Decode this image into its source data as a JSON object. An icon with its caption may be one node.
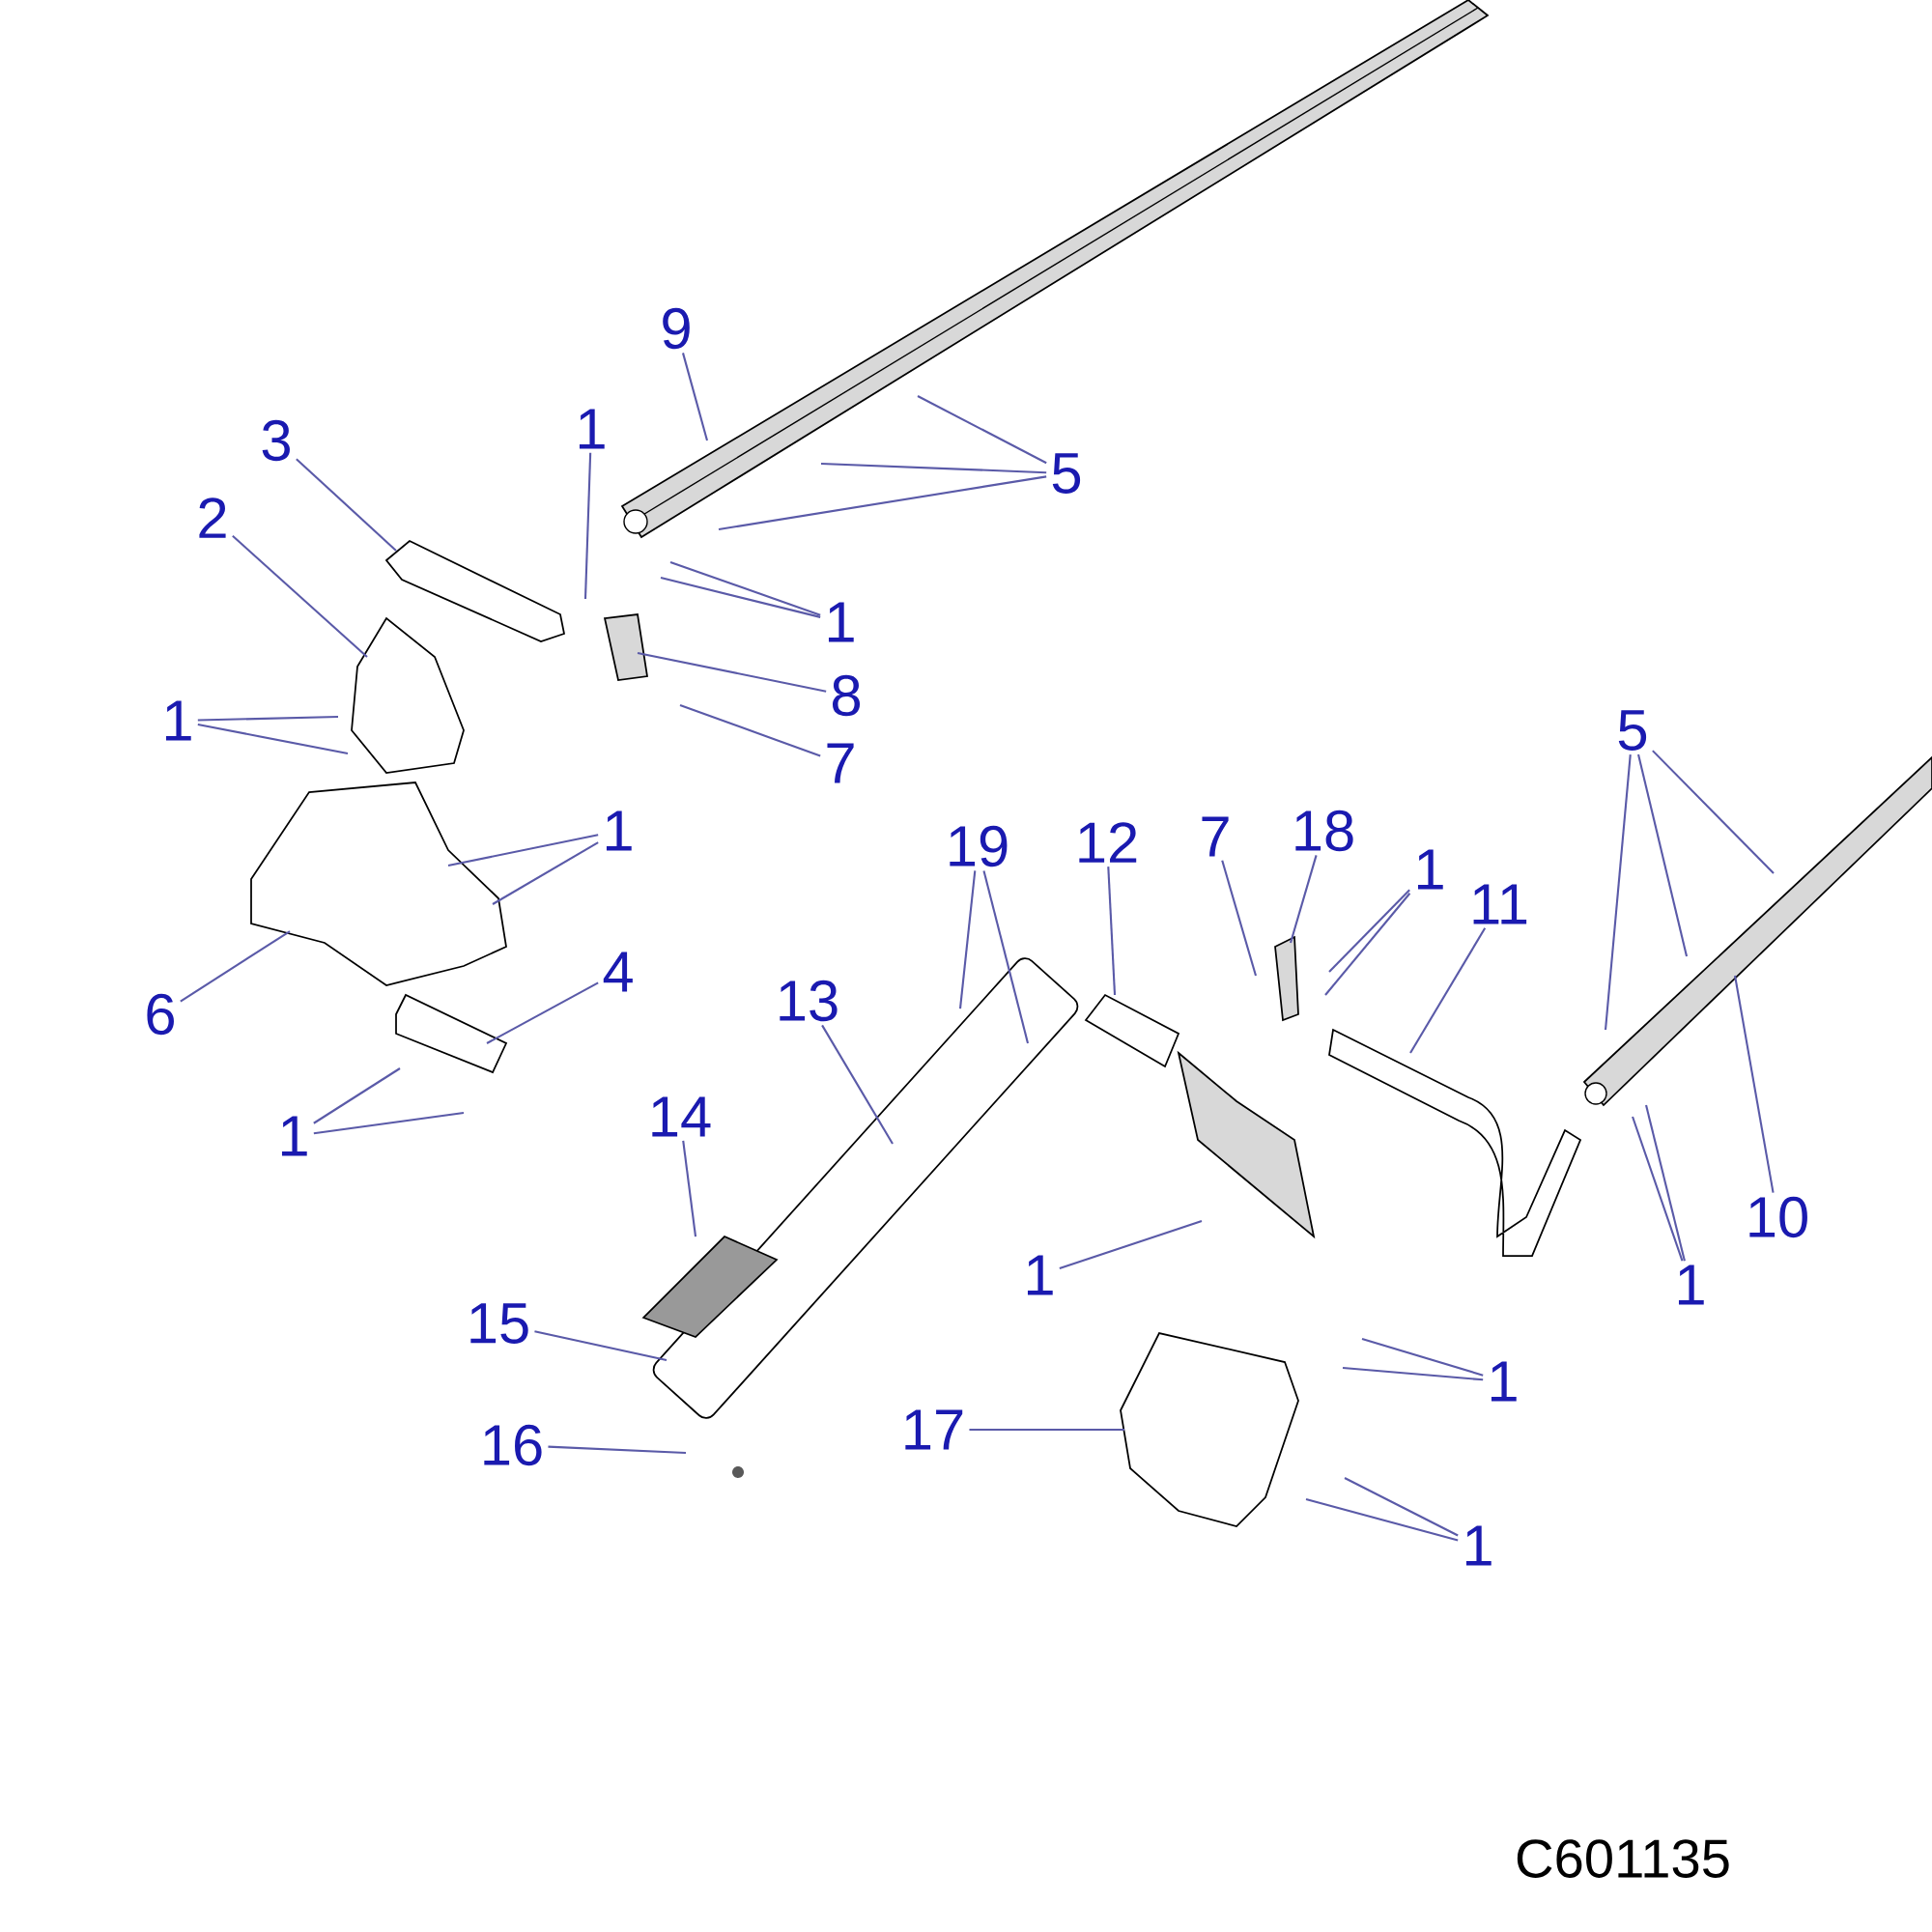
{
  "diagram": {
    "nodes": [
      {
        "text": [
          "9"
        ]
      },
      {
        "text": [
          "1"
        ]
      },
      {
        "text": [
          "5"
        ]
      },
      {
        "text": [
          "1"
        ]
      },
      {
        "text": [
          "3"
        ]
      },
      {
        "text": [
          "2"
        ]
      },
      {
        "text": [
          "1"
        ]
      },
      {
        "text": [
          "8"
        ]
      },
      {
        "text": [
          "7"
        ]
      },
      {
        "text": [
          "1"
        ]
      },
      {
        "text": [
          "6"
        ]
      },
      {
        "text": [
          "4"
        ]
      },
      {
        "text": [
          "1"
        ]
      },
      {
        "text": [
          "13"
        ]
      },
      {
        "text": [
          "14"
        ]
      },
      {
        "text": [
          "15"
        ]
      },
      {
        "text": [
          "16"
        ]
      },
      {
        "text": [
          "19"
        ]
      },
      {
        "text": [
          "12"
        ]
      },
      {
        "text": [
          "7"
        ]
      },
      {
        "text": [
          "18"
        ]
      },
      {
        "text": [
          "1"
        ]
      },
      {
        "text": [
          "11"
        ]
      },
      {
        "text": [
          "5"
        ]
      },
      {
        "text": [
          "1"
        ]
      },
      {
        "text": [
          "1"
        ]
      },
      {
        "text": [
          "10"
        ]
      },
      {
        "text": [
          "1"
        ]
      },
      {
        "text": [
          "17"
        ]
      },
      {
        "text": [
          "1"
        ]
      }
    ],
    "edges": [
      {
        "from": 0,
        "to": null,
        "arrow": "none"
      },
      {
        "from": 1,
        "to": null,
        "arrow": "none"
      },
      {
        "from": 2,
        "to": null,
        "arrow": "none"
      },
      {
        "from": 2,
        "to": null,
        "arrow": "none"
      },
      {
        "from": 2,
        "to": null,
        "arrow": "none"
      },
      {
        "from": 3,
        "to": null,
        "arrow": "none"
      },
      {
        "from": 3,
        "to": null,
        "arrow": "none"
      },
      {
        "from": 4,
        "to": null,
        "arrow": "none"
      },
      {
        "from": 5,
        "to": null,
        "arrow": "none"
      },
      {
        "from": 6,
        "to": null,
        "arrow": "none"
      },
      {
        "from": 6,
        "to": null,
        "arrow": "none"
      },
      {
        "from": 7,
        "to": null,
        "arrow": "none"
      },
      {
        "from": 8,
        "to": null,
        "arrow": "none"
      },
      {
        "from": 9,
        "to": null,
        "arrow": "none"
      },
      {
        "from": 9,
        "to": null,
        "arrow": "none"
      },
      {
        "from": 10,
        "to": null,
        "arrow": "none"
      },
      {
        "from": 11,
        "to": null,
        "arrow": "none"
      },
      {
        "from": 12,
        "to": null,
        "arrow": "none"
      },
      {
        "from": 12,
        "to": null,
        "arrow": "none"
      },
      {
        "from": 13,
        "to": null,
        "arrow": "none"
      },
      {
        "from": 14,
        "to": null,
        "arrow": "none"
      },
      {
        "from": 15,
        "to": null,
        "arrow": "none"
      },
      {
        "from": 16,
        "to": null,
        "arrow": "none"
      },
      {
        "from": 17,
        "to": null,
        "arrow": "none"
      },
      {
        "from": 17,
        "to": null,
        "arrow": "none"
      },
      {
        "from": 18,
        "to": null,
        "arrow": "none"
      },
      {
        "from": 19,
        "to": null,
        "arrow": "none"
      },
      {
        "from": 20,
        "to": null,
        "arrow": "none"
      },
      {
        "from": 21,
        "to": null,
        "arrow": "none"
      },
      {
        "from": 21,
        "to": null,
        "arrow": "none"
      },
      {
        "from": 22,
        "to": null,
        "arrow": "none"
      },
      {
        "from": 23,
        "to": null,
        "arrow": "none"
      },
      {
        "from": 23,
        "to": null,
        "arrow": "none"
      },
      {
        "from": 23,
        "to": null,
        "arrow": "none"
      },
      {
        "from": 24,
        "to": null,
        "arrow": "none"
      },
      {
        "from": 25,
        "to": null,
        "arrow": "none"
      },
      {
        "from": 25,
        "to": null,
        "arrow": "none"
      },
      {
        "from": 26,
        "to": null,
        "arrow": "none"
      },
      {
        "from": 27,
        "to": null,
        "arrow": "none"
      },
      {
        "from": 27,
        "to": null,
        "arrow": "none"
      },
      {
        "from": 28,
        "to": null,
        "arrow": "none"
      },
      {
        "from": 29,
        "to": null,
        "arrow": "none"
      },
      {
        "from": 29,
        "to": null,
        "arrow": "none"
      }
    ],
    "labels": [
      "C601135"
    ]
  }
}
